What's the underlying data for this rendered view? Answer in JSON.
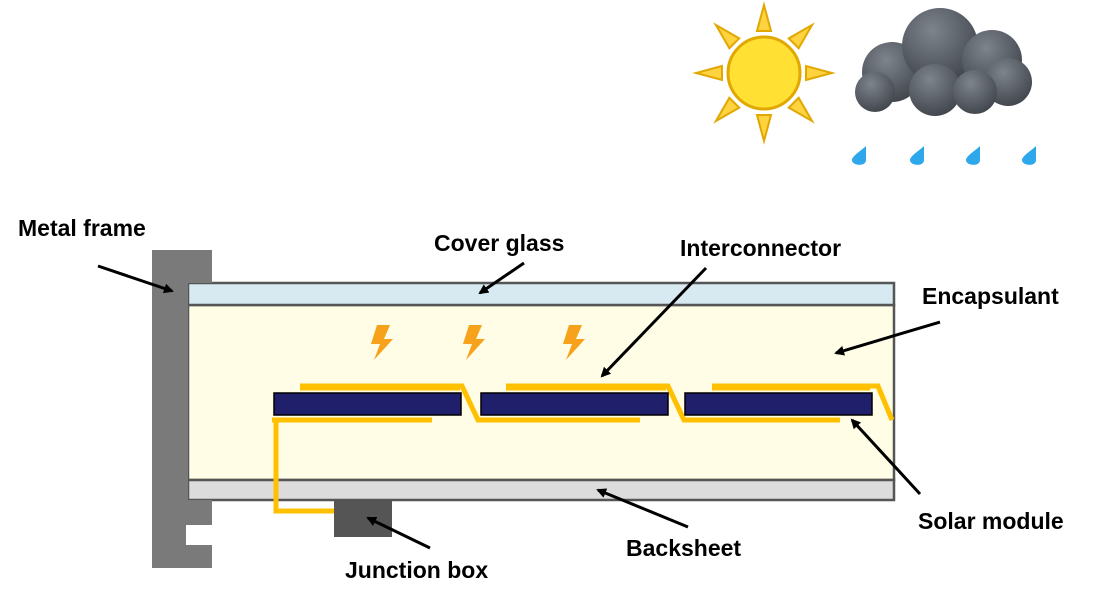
{
  "labels": {
    "metal_frame": "Metal frame",
    "cover_glass": "Cover glass",
    "interconnector": "Interconnector",
    "encapsulant": "Encapsulant",
    "solar_module": "Solar module",
    "backsheet": "Backsheet",
    "junction_box": "Junction box"
  },
  "icons": {
    "sun": "sun-icon",
    "cloud": "rain-cloud-icon",
    "raindrop": "raindrop-icon",
    "lightning": "lightning-bolt-icon"
  },
  "colors": {
    "metal_frame": "#7a7a7a",
    "cover_glass": "#d7eaf2",
    "encapsulant": "#fffde6",
    "backsheet": "#dcdcdc",
    "solar_cell": "#1f1f6b",
    "interconnector": "#ffc000",
    "junction_box": "#555555",
    "sun": "#ffe033",
    "sun_rays": "#ffd23f",
    "cloud": "#555b63",
    "raindrop": "#2ea8ea",
    "lightning": "#f7a21b"
  }
}
